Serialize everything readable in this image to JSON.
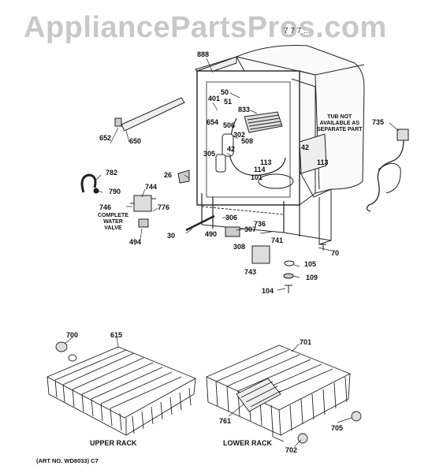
{
  "watermark": "AppliancePartsPros.com",
  "reference_code": "7 7 7 ...",
  "art_number": "(ART NO. WD8033) C7",
  "notes": {
    "tub": [
      "TUB NOT",
      "AVAILABLE AS",
      "SEPARATE PART"
    ],
    "valve": [
      "COMPLETE",
      "WATER",
      "VALVE"
    ]
  },
  "captions": {
    "upper_rack": "UPPER RACK",
    "lower_rack": "LOWER RACK"
  },
  "part_labels": {
    "p888": "888",
    "p50": "50",
    "p401": "401",
    "p51": "51",
    "p833": "833",
    "p654": "654",
    "p506": "506",
    "p302": "302",
    "p508": "508",
    "p305": "305",
    "p42a": "42",
    "p42b": "42",
    "p113a": "113",
    "p113b": "113",
    "p114": "114",
    "p101": "101",
    "p735": "735",
    "p652": "652",
    "p650": "650",
    "p782": "782",
    "p790": "790",
    "p26": "26",
    "p744": "744",
    "p746": "746",
    "p776": "776",
    "p494": "494",
    "p30": "30",
    "p306": "306",
    "p307": "307",
    "p736": "736",
    "p490": "490",
    "p308": "308",
    "p741": "741",
    "p70": "70",
    "p743": "743",
    "p105": "105",
    "p109": "109",
    "p104": "104",
    "p700": "700",
    "p615": "615",
    "p701": "701",
    "p761": "761",
    "p705": "705",
    "p702": "702"
  }
}
